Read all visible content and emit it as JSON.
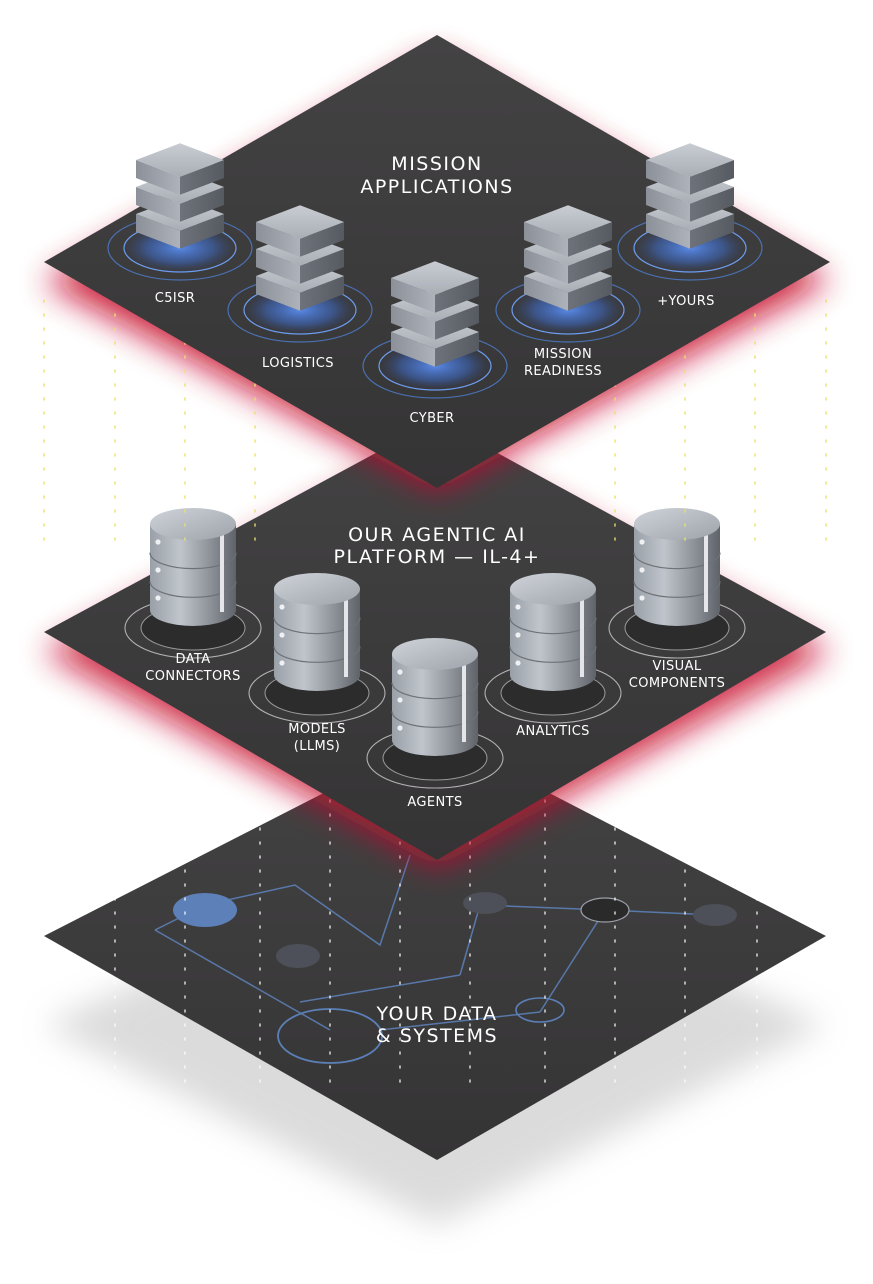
{
  "layers": {
    "top": {
      "title": [
        "MISSION",
        "APPLICATIONS"
      ],
      "items": [
        {
          "id": "c5isr",
          "label": [
            "C5ISR"
          ]
        },
        {
          "id": "logistics",
          "label": [
            "LOGISTICS"
          ]
        },
        {
          "id": "cyber",
          "label": [
            "CYBER"
          ]
        },
        {
          "id": "mission-readiness",
          "label": [
            "MISSION",
            "READINESS"
          ]
        },
        {
          "id": "yours",
          "label": [
            "+YOURS"
          ]
        }
      ]
    },
    "middle": {
      "title": [
        "OUR AGENTIC AI",
        "PLATFORM — IL-4+"
      ],
      "items": [
        {
          "id": "data-connectors",
          "label": [
            "DATA",
            "CONNECTORS"
          ]
        },
        {
          "id": "models",
          "label": [
            "MODELS",
            "(LLMS)"
          ]
        },
        {
          "id": "agents",
          "label": [
            "AGENTS"
          ]
        },
        {
          "id": "analytics",
          "label": [
            "ANALYTICS"
          ]
        },
        {
          "id": "visual-components",
          "label": [
            "VISUAL",
            "COMPONENTS"
          ]
        }
      ]
    },
    "bottom": {
      "title": [
        "YOUR DATA",
        "& SYSTEMS"
      ]
    }
  },
  "colors": {
    "plane": "#3c3b3c",
    "glow_red": "#c8102e",
    "ring_blue": "#4d7fd1",
    "network_blue": "#5b7fb6",
    "dot_yellow": "#e8e26a",
    "dot_white": "#ffffff"
  }
}
